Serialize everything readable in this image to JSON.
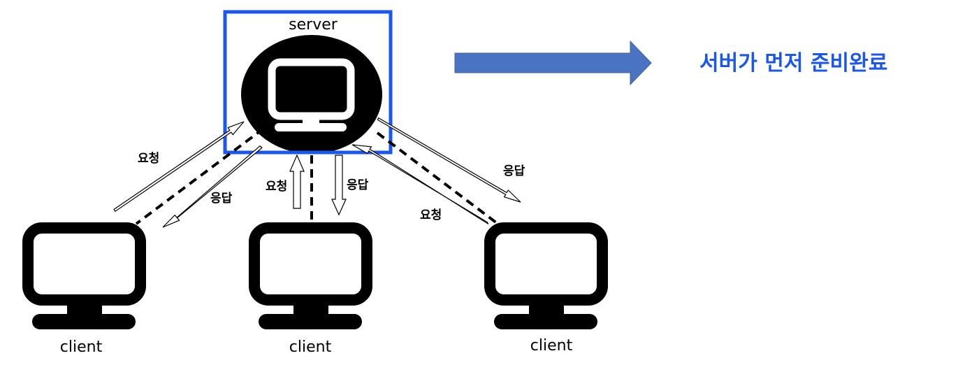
{
  "server": {
    "label": "server"
  },
  "clients": [
    {
      "label": "client"
    },
    {
      "label": "client"
    },
    {
      "label": "client"
    }
  ],
  "arrow_labels": {
    "left_request": "요청",
    "left_response": "응답",
    "mid_request": "요청",
    "mid_response": "응답",
    "right_response": "응답",
    "right_request": "요청"
  },
  "callout": {
    "text": "서버가 먼저 준비완료"
  },
  "colors": {
    "highlight_box": "#1a56f0",
    "big_arrow": "#4a73c2",
    "callout_text": "#1a56f0",
    "ink": "#000000"
  }
}
